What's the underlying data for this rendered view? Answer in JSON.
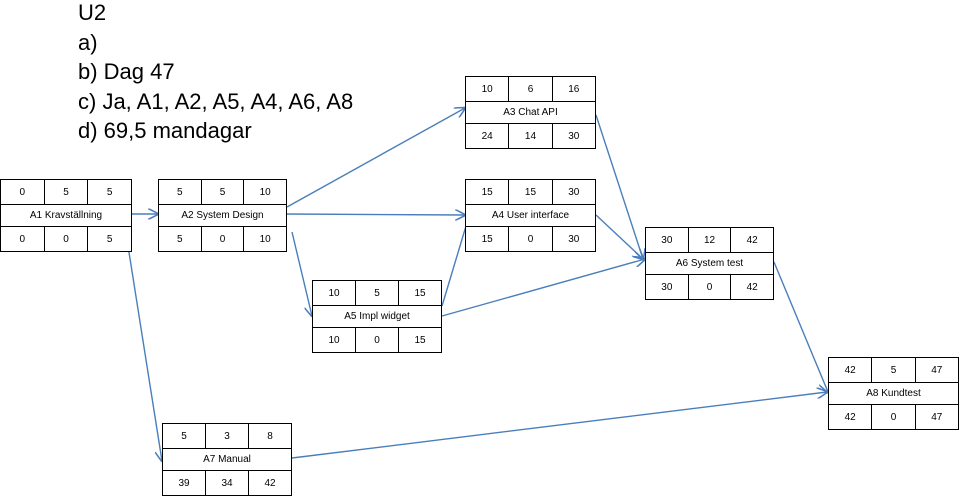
{
  "answers": {
    "heading": "U2",
    "a": "a)",
    "b": "b) Dag 47",
    "c": "c) Ja, A1, A2, A5, A4, A6, A8",
    "d": "d) 69,5 mandagar"
  },
  "edge_color": "#4a7ebb",
  "nodes": {
    "a1": {
      "name": "A1 Kravställning",
      "es": "0",
      "dur": "5",
      "ef": "5",
      "ls": "0",
      "slack": "0",
      "lf": "5"
    },
    "a2": {
      "name": "A2 System Design",
      "es": "5",
      "dur": "5",
      "ef": "10",
      "ls": "5",
      "slack": "0",
      "lf": "10"
    },
    "a3": {
      "name": "A3 Chat API",
      "es": "10",
      "dur": "6",
      "ef": "16",
      "ls": "24",
      "slack": "14",
      "lf": "30"
    },
    "a4": {
      "name": "A4 User interface",
      "es": "15",
      "dur": "15",
      "ef": "30",
      "ls": "15",
      "slack": "0",
      "lf": "30"
    },
    "a5": {
      "name": "A5 Impl widget",
      "es": "10",
      "dur": "5",
      "ef": "15",
      "ls": "10",
      "slack": "0",
      "lf": "15"
    },
    "a6": {
      "name": "A6 System test",
      "es": "30",
      "dur": "12",
      "ef": "42",
      "ls": "30",
      "slack": "0",
      "lf": "42"
    },
    "a7": {
      "name": "A7 Manual",
      "es": "5",
      "dur": "3",
      "ef": "8",
      "ls": "39",
      "slack": "34",
      "lf": "42"
    },
    "a8": {
      "name": "A8 Kundtest",
      "es": "42",
      "dur": "5",
      "ef": "47",
      "ls": "42",
      "slack": "0",
      "lf": "47"
    }
  }
}
